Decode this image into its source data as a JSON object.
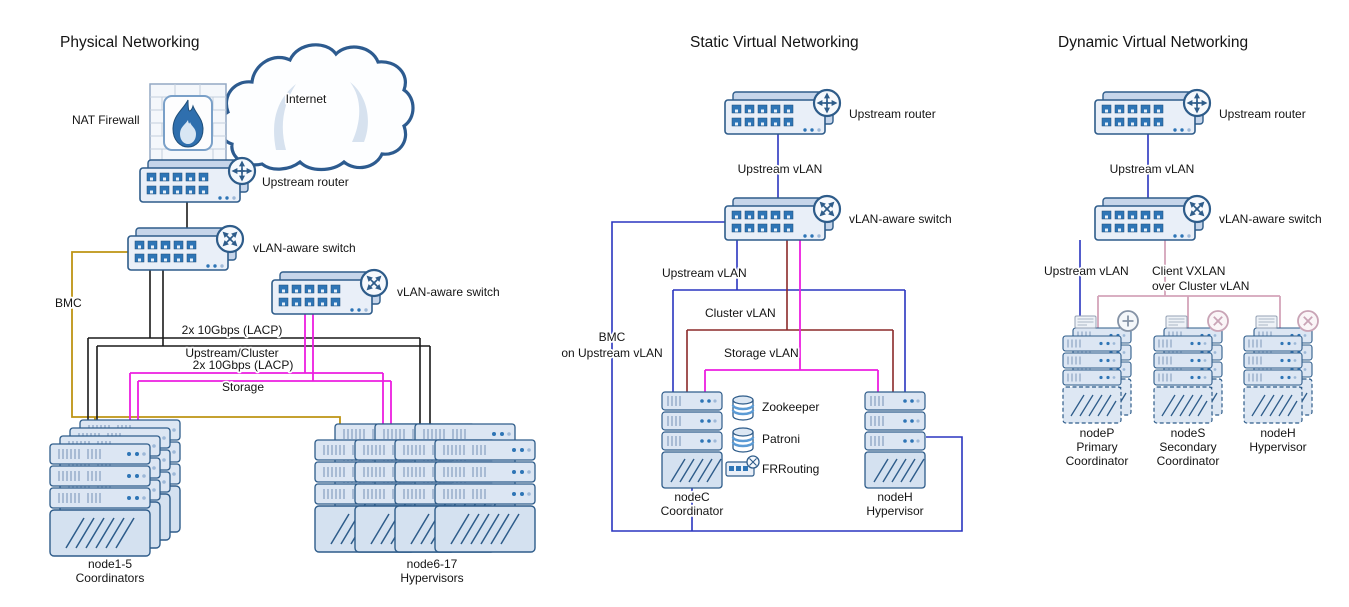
{
  "diagram": {
    "physical": {
      "title": "Physical Networking",
      "internet": "Internet",
      "nat_firewall": "NAT Firewall",
      "upstream_router": "Upstream router",
      "vlan_switch_a": "vLAN-aware switch",
      "vlan_switch_b": "vLAN-aware switch",
      "bmc": "BMC",
      "lacp_upstream": {
        "line1": "2x 10Gbps (LACP)",
        "line2": "Upstream/Cluster"
      },
      "lacp_storage": {
        "line1": "2x 10Gbps (LACP)",
        "line2": "Storage"
      },
      "coordinators": {
        "line1": "node1-5",
        "line2": "Coordinators"
      },
      "hypervisors": {
        "line1": "node6-17",
        "line2": "Hypervisors"
      }
    },
    "static_virtual": {
      "title": "Static Virtual Networking",
      "upstream_router": "Upstream router",
      "upstream_vlan_link": "Upstream vLAN",
      "vlan_switch": "vLAN-aware switch",
      "upstream_vlan": "Upstream vLAN",
      "cluster_vlan": "Cluster vLAN",
      "storage_vlan": "Storage vLAN",
      "bmc": {
        "line1": "BMC",
        "line2": "on Upstream vLAN"
      },
      "services": {
        "zookeeper": "Zookeeper",
        "patroni": "Patroni",
        "frrouting": "FRRouting"
      },
      "node_c": {
        "line1": "nodeC",
        "line2": "Coordinator"
      },
      "node_h": {
        "line1": "nodeH",
        "line2": "Hypervisor"
      }
    },
    "dynamic_virtual": {
      "title": "Dynamic Virtual Networking",
      "upstream_router": "Upstream router",
      "upstream_vlan_link": "Upstream vLAN",
      "vlan_switch": "vLAN-aware switch",
      "upstream_vlan": "Upstream vLAN",
      "client_vxlan": {
        "line1": "Client VXLAN",
        "line2": "over Cluster vLAN"
      },
      "node_p": {
        "line1": "nodeP",
        "line2": "Primary",
        "line3": "Coordinator"
      },
      "node_s": {
        "line1": "nodeS",
        "line2": "Secondary",
        "line3": "Coordinator"
      },
      "node_h": {
        "line1": "nodeH",
        "line2": "Hypervisor"
      }
    },
    "colors": {
      "device_outline": "#2e5c8a",
      "device_fill": "#e9eff8",
      "port": "#2e75b6",
      "wire_black": "#1a1a1a",
      "wire_upstream_blue": "#2a35c0",
      "wire_cluster_red": "#8b2a2a",
      "wire_storage_magenta": "#ec1fe0",
      "wire_bmc_olive": "#bd9413",
      "wire_vxlan_pink": "#d4a4ba"
    }
  }
}
